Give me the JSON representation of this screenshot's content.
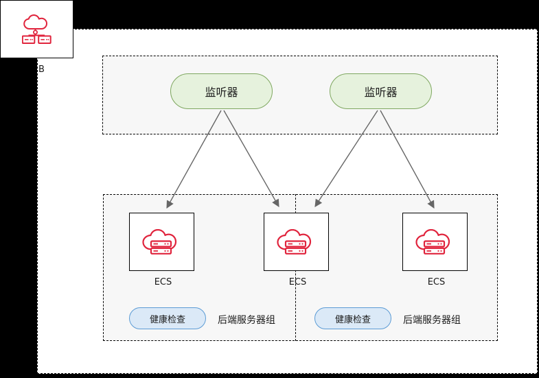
{
  "diagram": {
    "type": "load-balancer-architecture",
    "elb_node": {
      "visible_label": "B",
      "icon": "elb-load-balancer-icon"
    },
    "listener_group": {
      "listeners": [
        {
          "label": "监听器"
        },
        {
          "label": "监听器"
        }
      ]
    },
    "backend": {
      "ecs_nodes": [
        {
          "label": "ECS",
          "icon": "ecs-cloud-server-icon"
        },
        {
          "label": "ECS",
          "icon": "ecs-cloud-server-icon"
        },
        {
          "label": "ECS",
          "icon": "ecs-cloud-server-icon"
        }
      ],
      "server_groups": [
        {
          "health_check_label": "健康检查",
          "group_label": "后端服务器组"
        },
        {
          "health_check_label": "健康检查",
          "group_label": "后端服务器组"
        }
      ]
    },
    "colors": {
      "background": "#000000",
      "sheet": "#ffffff",
      "container_fill": "#f7f7f7",
      "listener_fill": "#e6f2dd",
      "listener_stroke": "#7ea75f",
      "health_fill": "#dbe9f7",
      "health_stroke": "#5b9bd5",
      "icon_red": "#e0233c",
      "arrow": "#666666"
    }
  }
}
